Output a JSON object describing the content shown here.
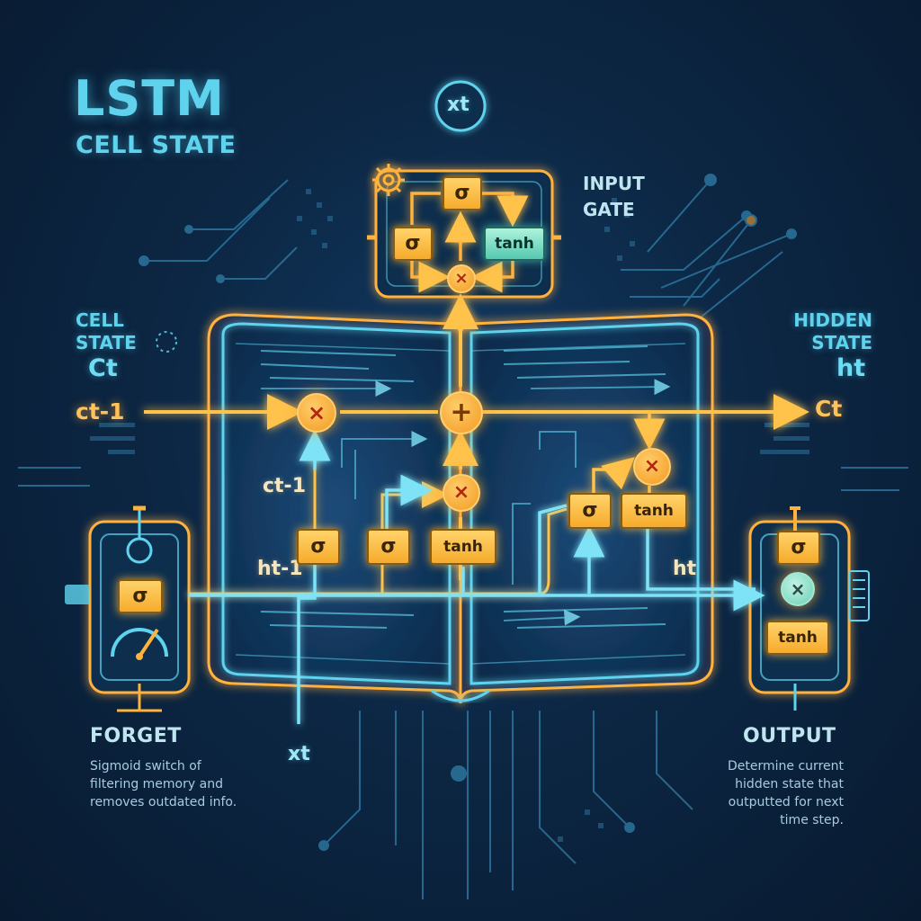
{
  "title": "LSTM",
  "subtitle": "CELL STATE",
  "left_label": {
    "line1": "CELL",
    "line2": "STATE",
    "symbol": "Ct"
  },
  "right_label": {
    "line1": "HIDDEN",
    "line2": "STATE",
    "symbol": "ht"
  },
  "input_gate_label": {
    "line1": "INPUT",
    "line2": "GATE"
  },
  "top_input": "xt",
  "bottom_input": "xt",
  "c_prev_outside": "ct-1",
  "c_out": "Ct",
  "c_prev_inside": "ct-1",
  "h_prev_inside": "ht-1",
  "h_out_inside": "ht",
  "gates": {
    "sigma": "σ",
    "tanh": "tanh",
    "multiply": "×",
    "add": "+"
  },
  "forget": {
    "title": "FORGET",
    "desc_line1": "Sigmoid switch of",
    "desc_line2": "filtering memory and",
    "desc_line3": "removes outdated info."
  },
  "output": {
    "title": "OUTPUT",
    "desc_line1": "Determine current",
    "desc_line2": "hidden state that",
    "desc_line3": "outputted for next",
    "desc_line4": "time step."
  },
  "colors": {
    "background": "#0c2744",
    "cyan": "#5fd3ee",
    "orange": "#ffb23c",
    "gate_fill": "#ffc75a",
    "teal_fill": "#7fe0c8"
  },
  "icons": [
    "gear-icon",
    "gauge-icon",
    "open-book-icon"
  ]
}
